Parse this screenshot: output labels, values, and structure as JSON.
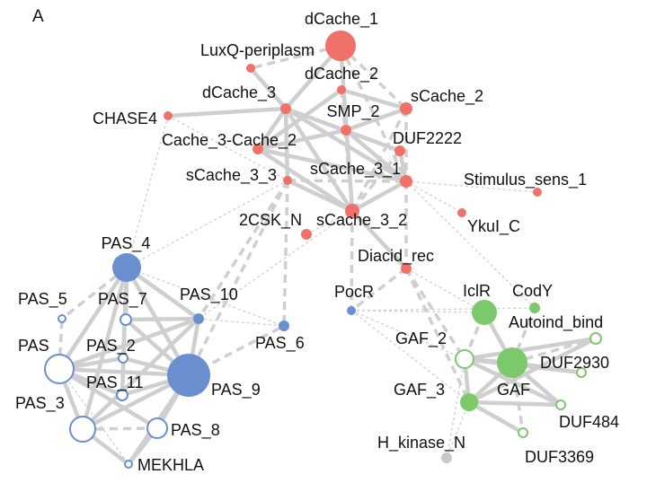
{
  "panel_label": "A",
  "colors": {
    "cache": "#f07167",
    "pas": "#6a8fd0",
    "gaf": "#7cc96b",
    "other": "#c8c8c8",
    "edge": "#cfcfcf"
  },
  "nodes": [
    {
      "id": "dCache_1",
      "label": "dCache_1",
      "group": "cache",
      "filled": true
    },
    {
      "id": "LuxQ",
      "label": "LuxQ-periplasm",
      "group": "cache",
      "filled": true
    },
    {
      "id": "dCache_2",
      "label": "dCache_2",
      "group": "cache",
      "filled": true
    },
    {
      "id": "dCache_3",
      "label": "dCache_3",
      "group": "cache",
      "filled": true
    },
    {
      "id": "sCache_2",
      "label": "sCache_2",
      "group": "cache",
      "filled": true
    },
    {
      "id": "CHASE4",
      "label": "CHASE4",
      "group": "cache",
      "filled": true
    },
    {
      "id": "SMP_2",
      "label": "SMP_2",
      "group": "cache",
      "filled": true
    },
    {
      "id": "Cache_3-Cache_2",
      "label": "Cache_3-Cache_2",
      "group": "cache",
      "filled": true
    },
    {
      "id": "DUF2222",
      "label": "DUF2222",
      "group": "cache",
      "filled": true
    },
    {
      "id": "sCache_3_3",
      "label": "sCache_3_3",
      "group": "cache",
      "filled": true
    },
    {
      "id": "sCache_3_1",
      "label": "sCache_3_1",
      "group": "cache",
      "filled": true
    },
    {
      "id": "Stimulus_sens_1",
      "label": "Stimulus_sens_1",
      "group": "cache",
      "filled": true
    },
    {
      "id": "sCache_3_2",
      "label": "sCache_3_2",
      "group": "cache",
      "filled": true
    },
    {
      "id": "YkuI_C",
      "label": "YkuI_C",
      "group": "cache",
      "filled": true
    },
    {
      "id": "2CSK_N",
      "label": "2CSK_N",
      "group": "cache",
      "filled": true
    },
    {
      "id": "Diacid_rec",
      "label": "Diacid_rec",
      "group": "cache",
      "filled": true
    },
    {
      "id": "PAS_4",
      "label": "PAS_4",
      "group": "pas",
      "filled": true
    },
    {
      "id": "PocR",
      "label": "PocR",
      "group": "pas",
      "filled": true
    },
    {
      "id": "PAS_5",
      "label": "PAS_5",
      "group": "pas",
      "filled": false
    },
    {
      "id": "PAS_7",
      "label": "PAS_7",
      "group": "pas",
      "filled": false
    },
    {
      "id": "PAS_10",
      "label": "PAS_10",
      "group": "pas",
      "filled": true
    },
    {
      "id": "PAS_6",
      "label": "PAS_6",
      "group": "pas",
      "filled": true
    },
    {
      "id": "PAS",
      "label": "PAS",
      "group": "pas",
      "filled": false
    },
    {
      "id": "PAS_2",
      "label": "PAS_2",
      "group": "pas",
      "filled": false
    },
    {
      "id": "PAS_11",
      "label": "PAS_11",
      "group": "pas",
      "filled": false
    },
    {
      "id": "PAS_9",
      "label": "PAS_9",
      "group": "pas",
      "filled": true
    },
    {
      "id": "PAS_3",
      "label": "PAS_3",
      "group": "pas",
      "filled": false
    },
    {
      "id": "PAS_8",
      "label": "PAS_8",
      "group": "pas",
      "filled": false
    },
    {
      "id": "MEKHLA",
      "label": "MEKHLA",
      "group": "pas",
      "filled": false
    },
    {
      "id": "IclR",
      "label": "IclR",
      "group": "gaf",
      "filled": true
    },
    {
      "id": "CodY",
      "label": "CodY",
      "group": "gaf",
      "filled": true
    },
    {
      "id": "Autoind_bind",
      "label": "Autoind_bind",
      "group": "gaf",
      "filled": false
    },
    {
      "id": "GAF_2",
      "label": "GAF_2",
      "group": "gaf",
      "filled": false
    },
    {
      "id": "GAF",
      "label": "GAF",
      "group": "gaf",
      "filled": true
    },
    {
      "id": "DUF2930",
      "label": "DUF2930",
      "group": "gaf",
      "filled": false
    },
    {
      "id": "GAF_3",
      "label": "GAF_3",
      "group": "gaf",
      "filled": true
    },
    {
      "id": "DUF484",
      "label": "DUF484",
      "group": "gaf",
      "filled": false
    },
    {
      "id": "DUF3369",
      "label": "DUF3369",
      "group": "gaf",
      "filled": false
    },
    {
      "id": "H_kinase_N",
      "label": "H_kinase_N",
      "group": "other",
      "filled": true
    }
  ],
  "edges": [
    [
      "dCache_1",
      "dCache_3",
      "solid"
    ],
    [
      "dCache_1",
      "sCache_3_2",
      "solid"
    ],
    [
      "dCache_1",
      "LuxQ",
      "dashed"
    ],
    [
      "dCache_1",
      "sCache_2",
      "dashed"
    ],
    [
      "dCache_1",
      "sCache_3_1",
      "dashed"
    ],
    [
      "LuxQ",
      "dCache_3",
      "solid"
    ],
    [
      "CHASE4",
      "dCache_3",
      "solid"
    ],
    [
      "CHASE4",
      "sCache_3_3",
      "dotted"
    ],
    [
      "CHASE4",
      "PAS_4",
      "dotted"
    ],
    [
      "dCache_2",
      "sCache_2",
      "solid"
    ],
    [
      "dCache_2",
      "Cache_3-Cache_2",
      "solid"
    ],
    [
      "dCache_2",
      "sCache_3_2",
      "dashed"
    ],
    [
      "dCache_3",
      "sCache_3_2",
      "solid"
    ],
    [
      "dCache_3",
      "sCache_3_1",
      "solid"
    ],
    [
      "dCache_3",
      "Cache_3-Cache_2",
      "solid"
    ],
    [
      "dCache_3",
      "sCache_3_3",
      "solid"
    ],
    [
      "dCache_3",
      "DUF2222",
      "solid"
    ],
    [
      "SMP_2",
      "sCache_2",
      "solid"
    ],
    [
      "SMP_2",
      "Cache_3-Cache_2",
      "solid"
    ],
    [
      "SMP_2",
      "sCache_3_2",
      "dashed"
    ],
    [
      "SMP_2",
      "sCache_3_1",
      "solid"
    ],
    [
      "sCache_2",
      "sCache_3_1",
      "dashed"
    ],
    [
      "sCache_2",
      "sCache_3_2",
      "dashed"
    ],
    [
      "DUF2222",
      "sCache_3_1",
      "solid"
    ],
    [
      "DUF2222",
      "sCache_3_2",
      "dashed"
    ],
    [
      "Cache_3-Cache_2",
      "sCache_3_2",
      "solid"
    ],
    [
      "Cache_3-Cache_2",
      "sCache_3_1",
      "solid"
    ],
    [
      "sCache_3_3",
      "sCache_3_2",
      "solid"
    ],
    [
      "sCache_3_3",
      "sCache_3_1",
      "dashed"
    ],
    [
      "sCache_3_1",
      "sCache_3_2",
      "solid"
    ],
    [
      "sCache_3_1",
      "Stimulus_sens_1",
      "dotted"
    ],
    [
      "sCache_3_1",
      "YkuI_C",
      "dotted"
    ],
    [
      "sCache_3_1",
      "Diacid_rec",
      "dashed"
    ],
    [
      "sCache_3_1",
      "CodY",
      "dotted"
    ],
    [
      "sCache_3_2",
      "Diacid_rec",
      "solid"
    ],
    [
      "sCache_3_2",
      "PocR",
      "dashed"
    ],
    [
      "sCache_3_2",
      "PAS_10",
      "dotted"
    ],
    [
      "sCache_3_2",
      "2CSK_N",
      "dotted"
    ],
    [
      "sCache_3_3",
      "PAS_10",
      "dashed"
    ],
    [
      "sCache_3_3",
      "PAS_6",
      "dashed"
    ],
    [
      "sCache_3_3",
      "PAS_4",
      "dotted"
    ],
    [
      "sCache_3_3",
      "PAS_9",
      "dashed"
    ],
    [
      "Diacid_rec",
      "PocR",
      "dashed"
    ],
    [
      "Diacid_rec",
      "IclR",
      "dotted"
    ],
    [
      "Diacid_rec",
      "GAF_2",
      "dashed"
    ],
    [
      "Diacid_rec",
      "GAF_3",
      "dashed"
    ],
    [
      "PocR",
      "IclR",
      "dotted"
    ],
    [
      "PocR",
      "GAF_2",
      "dotted"
    ],
    [
      "PocR",
      "GAF_3",
      "dotted"
    ],
    [
      "PocR",
      "CodY",
      "dotted"
    ],
    [
      "PAS_4",
      "PAS",
      "solid"
    ],
    [
      "PAS_4",
      "PAS_9",
      "solid"
    ],
    [
      "PAS_4",
      "PAS_10",
      "solid"
    ],
    [
      "PAS_4",
      "PAS_7",
      "solid"
    ],
    [
      "PAS_4",
      "PAS_3",
      "solid"
    ],
    [
      "PAS_4",
      "PAS_2",
      "solid"
    ],
    [
      "PAS_4",
      "PAS_11",
      "solid"
    ],
    [
      "PAS_4",
      "PAS_5",
      "dashed"
    ],
    [
      "PAS_4",
      "PAS_6",
      "dotted"
    ],
    [
      "PAS",
      "PAS_9",
      "solid"
    ],
    [
      "PAS",
      "PAS_3",
      "solid"
    ],
    [
      "PAS",
      "PAS_8",
      "solid"
    ],
    [
      "PAS",
      "PAS_10",
      "solid"
    ],
    [
      "PAS",
      "PAS_2",
      "solid"
    ],
    [
      "PAS",
      "PAS_11",
      "solid"
    ],
    [
      "PAS",
      "PAS_5",
      "dashed"
    ],
    [
      "PAS",
      "MEKHLA",
      "dotted"
    ],
    [
      "PAS_9",
      "PAS_10",
      "solid"
    ],
    [
      "PAS_9",
      "PAS_3",
      "solid"
    ],
    [
      "PAS_9",
      "PAS_8",
      "solid"
    ],
    [
      "PAS_9",
      "PAS_7",
      "solid"
    ],
    [
      "PAS_9",
      "PAS_2",
      "solid"
    ],
    [
      "PAS_9",
      "PAS_11",
      "solid"
    ],
    [
      "PAS_9",
      "PAS_6",
      "dashed"
    ],
    [
      "PAS_9",
      "MEKHLA",
      "solid"
    ],
    [
      "PAS_3",
      "PAS_8",
      "dashed"
    ],
    [
      "PAS_3",
      "MEKHLA",
      "solid"
    ],
    [
      "PAS_8",
      "MEKHLA",
      "solid"
    ],
    [
      "PAS_3",
      "PAS_10",
      "solid"
    ],
    [
      "PAS_10",
      "PAS_6",
      "dotted"
    ],
    [
      "PAS_7",
      "PAS_10",
      "solid"
    ],
    [
      "GAF",
      "GAF_2",
      "solid"
    ],
    [
      "GAF",
      "GAF_3",
      "solid"
    ],
    [
      "GAF",
      "IclR",
      "solid"
    ],
    [
      "GAF",
      "DUF2930",
      "solid"
    ],
    [
      "GAF",
      "Autoind_bind",
      "dashed"
    ],
    [
      "GAF",
      "DUF484",
      "solid"
    ],
    [
      "GAF",
      "CodY",
      "dashed"
    ],
    [
      "GAF_2",
      "GAF_3",
      "solid"
    ],
    [
      "GAF_2",
      "DUF2930",
      "solid"
    ],
    [
      "GAF_2",
      "Autoind_bind",
      "solid"
    ],
    [
      "GAF_2",
      "IclR",
      "dashed"
    ],
    [
      "GAF_2",
      "DUF484",
      "solid"
    ],
    [
      "GAF_3",
      "DUF484",
      "solid"
    ],
    [
      "GAF_3",
      "DUF3369",
      "solid"
    ],
    [
      "GAF_3",
      "Autoind_bind",
      "solid"
    ],
    [
      "GAF_3",
      "H_kinase_N",
      "dotted"
    ],
    [
      "GAF_2",
      "H_kinase_N",
      "dotted"
    ],
    [
      "GAF",
      "DUF3369",
      "dashed"
    ]
  ]
}
